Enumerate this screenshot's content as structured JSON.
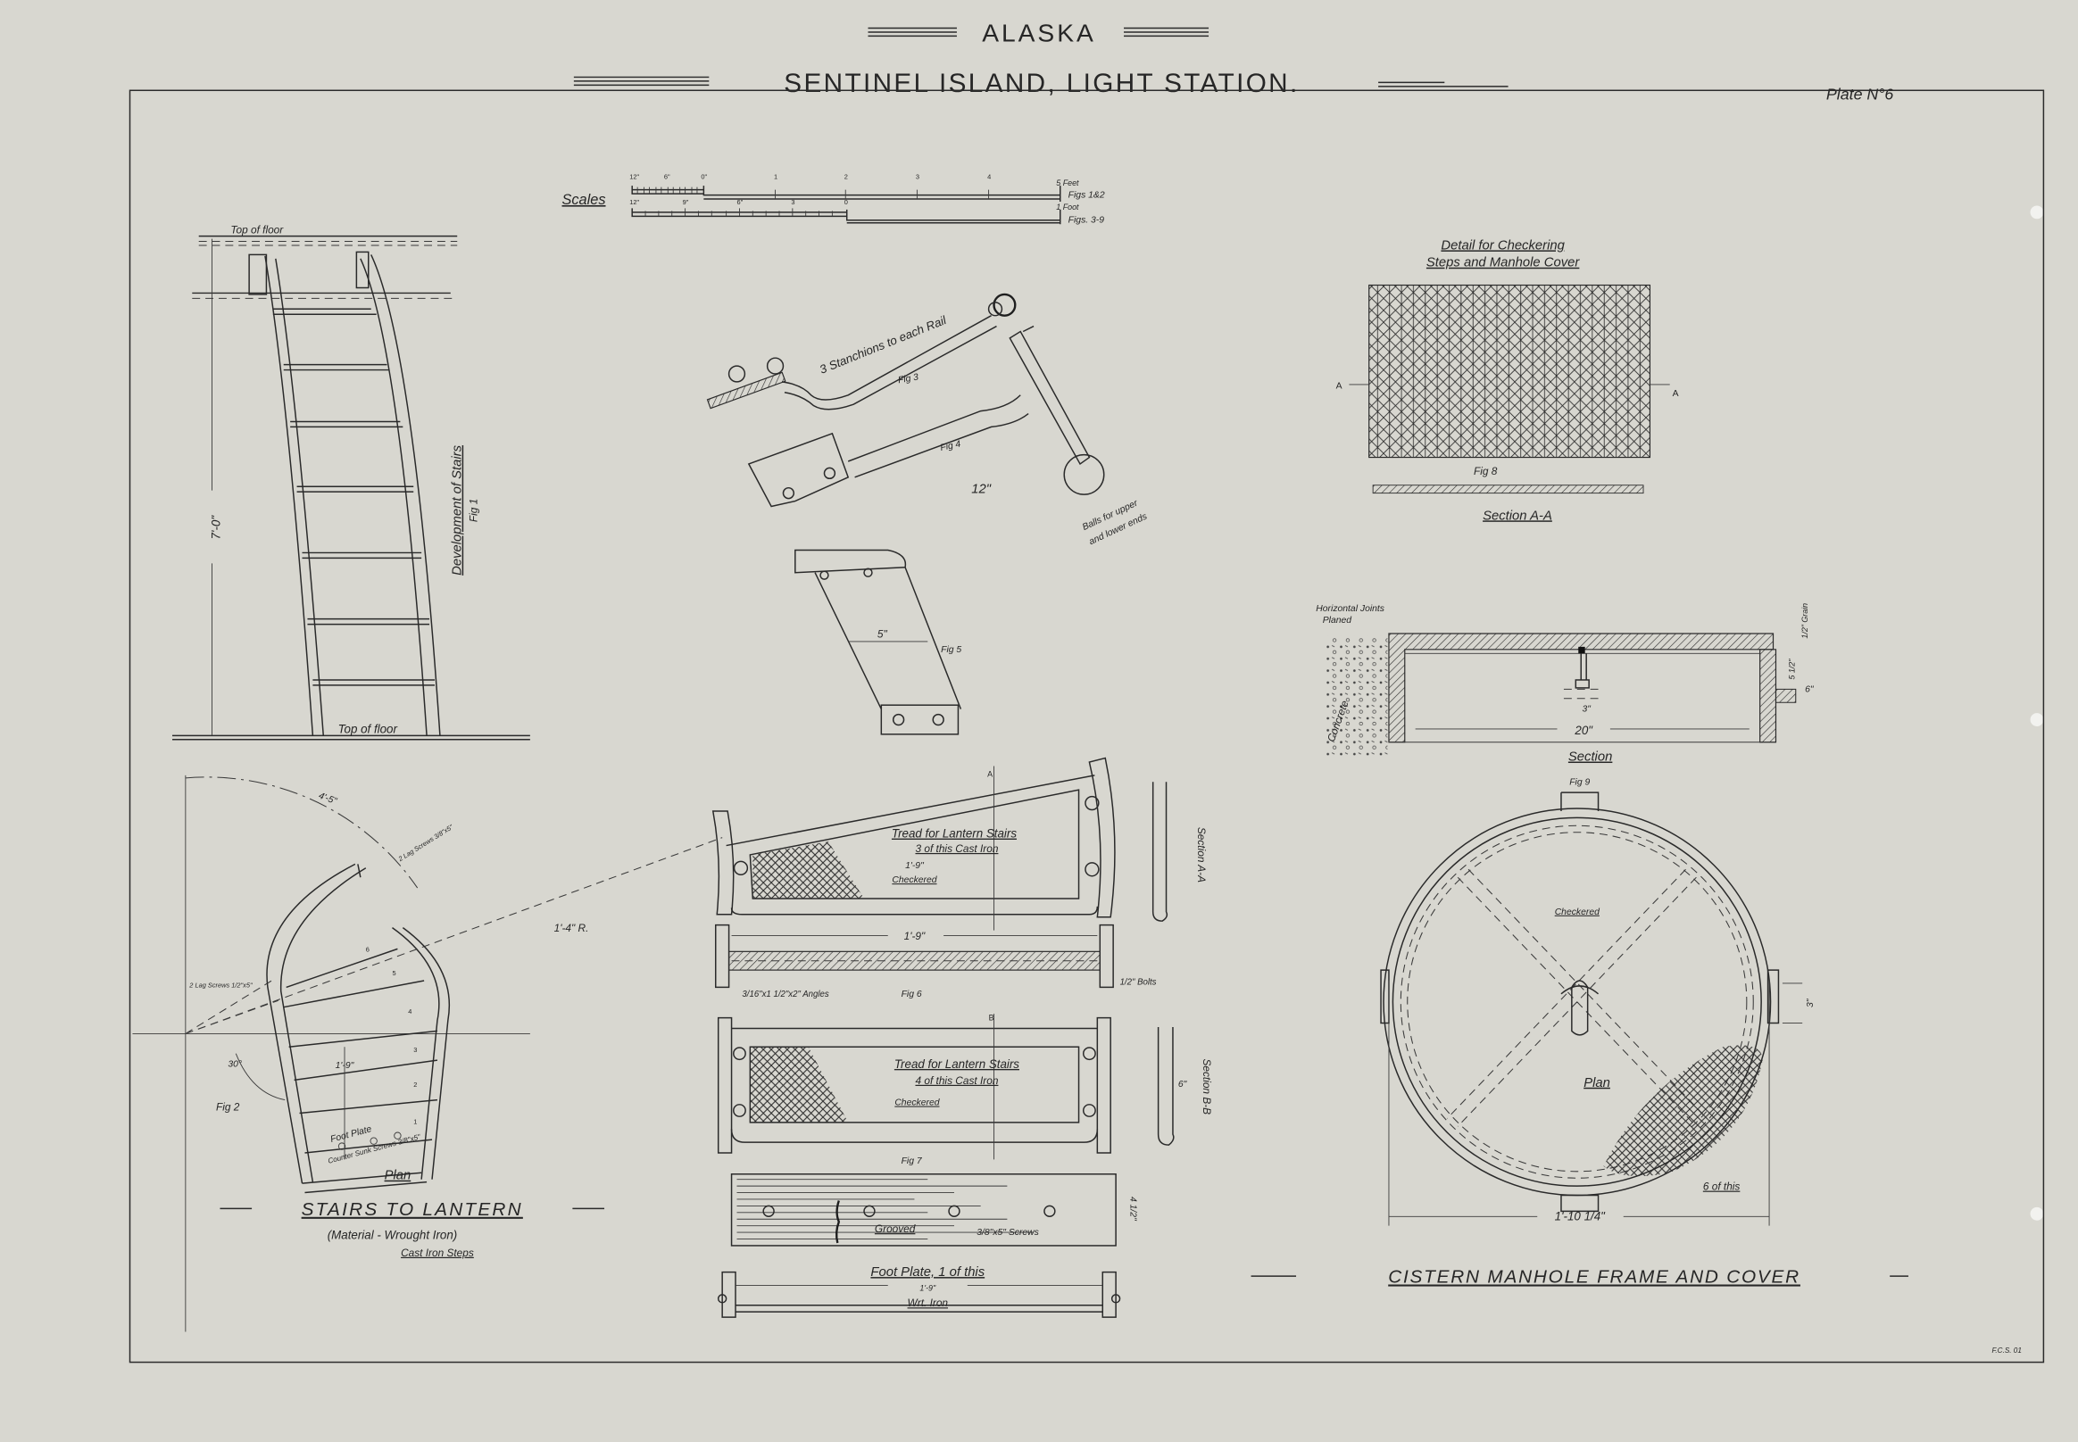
{
  "header": {
    "state": "ALASKA",
    "station": "SENTINEL ISLAND, LIGHT STATION.",
    "plate": "Plate N°6"
  },
  "scales": {
    "label": "Scales",
    "scale1": {
      "ticks": [
        "12\"",
        "6\"",
        "0\"",
        "1",
        "2",
        "3",
        "4",
        "5 Feet"
      ],
      "figs": "Figs 1&2"
    },
    "scale2": {
      "ticks": [
        "12\"",
        "9\"",
        "6\"",
        "3",
        "0",
        "1 Foot"
      ],
      "figs": "Figs. 3-9"
    }
  },
  "fig1": {
    "top_floor_upper": "Top of floor",
    "top_floor_lower": "Top of floor",
    "height": "7'-0\"",
    "title": "Development of Stairs",
    "fig": "Fig 1"
  },
  "fig2": {
    "radius_outer": "4'-5\"",
    "lag_screws_top": "2 Lag Screws 3/8\"x5\"",
    "lag_screws_left": "2 Lag Screws 1/2\"x5\"",
    "radius": "1'-4\" R.",
    "angle": "30°",
    "width": "1'-9\"",
    "fig": "Fig 2",
    "foot_plate": "Foot Plate",
    "screws": "Counter Sunk Screws 3/8\"x5\"",
    "plan": "Plan",
    "steps": [
      "1",
      "2",
      "3",
      "4",
      "5",
      "6"
    ]
  },
  "stairs_title": {
    "title": "STAIRS TO LANTERN",
    "material": "(Material  -  Wrought Iron)",
    "steps": "Cast Iron Steps"
  },
  "fig3_4": {
    "stanchions": "3 Stanchions to each Rail",
    "fig3": "Fig 3",
    "fig4": "Fig 4",
    "length": "12\"",
    "balls": "Balls for upper",
    "balls2": "and lower ends"
  },
  "fig5": {
    "dim": "5\"",
    "fig": "Fig 5"
  },
  "tread3": {
    "title": "Tread for Lantern Stairs",
    "qty": "3 of this Cast Iron",
    "width": "1'-9\"",
    "finish": "Checkered",
    "section": "Section A-A",
    "cut_label": "A"
  },
  "fig6": {
    "width": "1'-9\"",
    "angles": "3/16\"x1 1/2\"x2\" Angles",
    "fig": "Fig 6",
    "bolts": "1/2\" Bolts"
  },
  "tread4": {
    "title": "Tread for Lantern Stairs",
    "qty": "4 of this Cast Iron",
    "finish": "Checkered",
    "fig": "Fig 7",
    "section": "Section B-B",
    "height": "6\"",
    "cut_label": "B"
  },
  "foot_plate": {
    "grooved": "Grooved",
    "screws": "3/8\"x5\" Screws",
    "height": "4 1/2\"",
    "title": "Foot Plate, 1 of this",
    "width": "1'-9\"",
    "material": "Wrt. Iron"
  },
  "checkering": {
    "title1": "Detail for Checkering",
    "title2": "Steps and Manhole Cover",
    "cut": "A",
    "fig": "Fig 8",
    "section": "Section A-A"
  },
  "section9": {
    "joints1": "Horizontal Joints",
    "joints2": "Planed",
    "concrete": "Concrete",
    "grain": "1/2\" Grain",
    "handle": "3\"",
    "width": "20\"",
    "depth": "5 1/2\"",
    "height": "6\"",
    "label": "Section",
    "fig": "Fig 9"
  },
  "plan9": {
    "finish": "Checkered",
    "plan": "Plan",
    "qty": "6 of this",
    "diameter": "1'-10 1/4\"",
    "lug": "3\""
  },
  "cistern_title": "CISTERN MANHOLE FRAME AND COVER",
  "signature": "F.C.S. 01",
  "colors": {
    "paper": "#d8d7d0",
    "ink": "#2a2a2a"
  }
}
